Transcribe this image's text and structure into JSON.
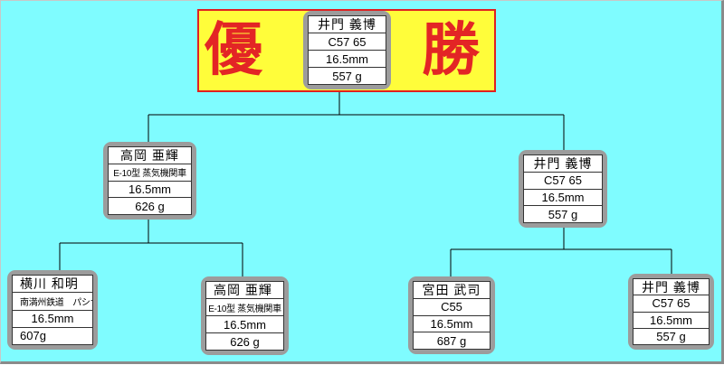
{
  "banner": {
    "left_char": "優",
    "right_char": "勝"
  },
  "winner": {
    "name": "井門 義博",
    "model": "C57 65",
    "gauge": "16.5mm",
    "weight": "557 g"
  },
  "semifinal_left": {
    "name": "高岡 亜輝",
    "model": "E-10型 蒸気機関車",
    "gauge": "16.5mm",
    "weight": "626 g"
  },
  "semifinal_right": {
    "name": "井門 義博",
    "model": "C57 65",
    "gauge": "16.5mm",
    "weight": "557 g"
  },
  "round1_a": {
    "name": "横川 和明",
    "model": "南満州鉄道　パシナ",
    "gauge": "16.5mm",
    "weight": "607g"
  },
  "round1_b": {
    "name": "高岡 亜輝",
    "model": "E-10型 蒸気機関車",
    "gauge": "16.5mm",
    "weight": "626 g"
  },
  "round1_c": {
    "name": "宮田 武司",
    "model": "C55",
    "gauge": "16.5mm",
    "weight": "687 g"
  },
  "round1_d": {
    "name": "井門 義博",
    "model": "C57 65",
    "gauge": "16.5mm",
    "weight": "557 g"
  },
  "colors": {
    "background": "#7ffcff",
    "banner_fill": "#fffd3a",
    "banner_text": "#e32525",
    "card_frame": "#9c9c9c"
  }
}
